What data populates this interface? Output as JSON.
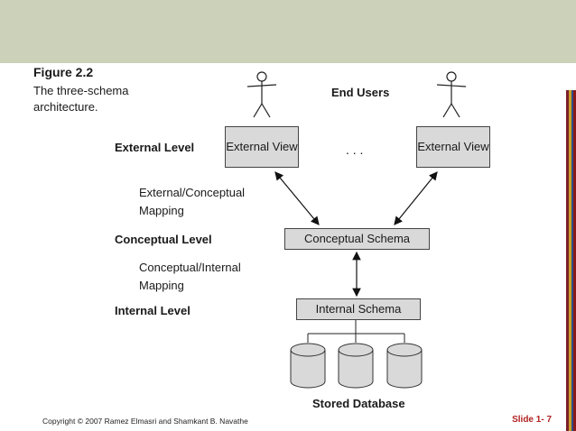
{
  "figure": {
    "number": "Figure 2.2",
    "caption": "The three-schema architecture."
  },
  "levels": {
    "external": "External Level",
    "conceptual": "Conceptual Level",
    "internal": "Internal Level"
  },
  "mappings": {
    "external_conceptual": "External/Conceptual Mapping",
    "conceptual_internal": "Conceptual/Internal Mapping"
  },
  "end_users_label": "End Users",
  "external_views": [
    "External View",
    "External View"
  ],
  "ellipsis": ". . .",
  "conceptual_schema": "Conceptual Schema",
  "internal_schema": "Internal Schema",
  "stored_database": "Stored Database",
  "footer": {
    "copyright": "Copyright © 2007 Ramez Elmasri and Shamkant B. Navathe",
    "slide": "Slide 1- 7"
  },
  "colors": {
    "header_band": "#ccd1b9",
    "box_fill": "#d9d9d9",
    "slide_number": "#b22222",
    "stripes": [
      "#7a1f2b",
      "#c9a227",
      "#2e4d8a",
      "#8b1a1a"
    ]
  }
}
